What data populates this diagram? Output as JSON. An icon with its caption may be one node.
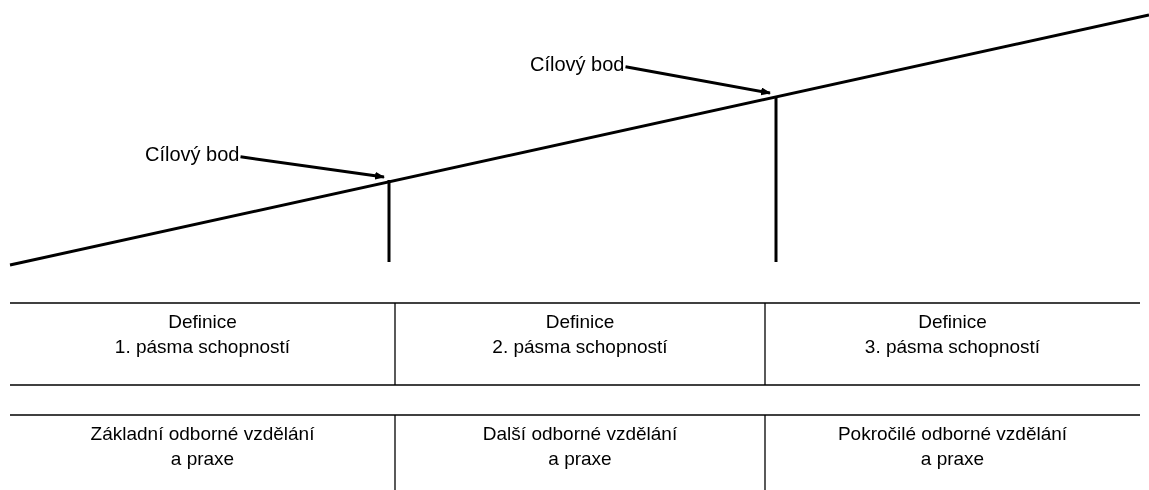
{
  "diagram": {
    "nodes": [
      {
        "text": [
          "Cílový bod"
        ]
      },
      {
        "text": [
          "Cílový bod"
        ]
      }
    ],
    "edges": [
      {
        "from": 0,
        "to": null,
        "arrow": "to"
      },
      {
        "from": 1,
        "to": null,
        "arrow": "to"
      }
    ],
    "labels": [
      "Definice 1. pásma schopností",
      "Definice 2. pásma schopností",
      "Definice 3. pásma schopností",
      "Základní odborné vzdělání a praxe",
      "Další odborné vzdělání a praxe",
      "Pokročilé odborné vzdělání a praxe"
    ]
  }
}
